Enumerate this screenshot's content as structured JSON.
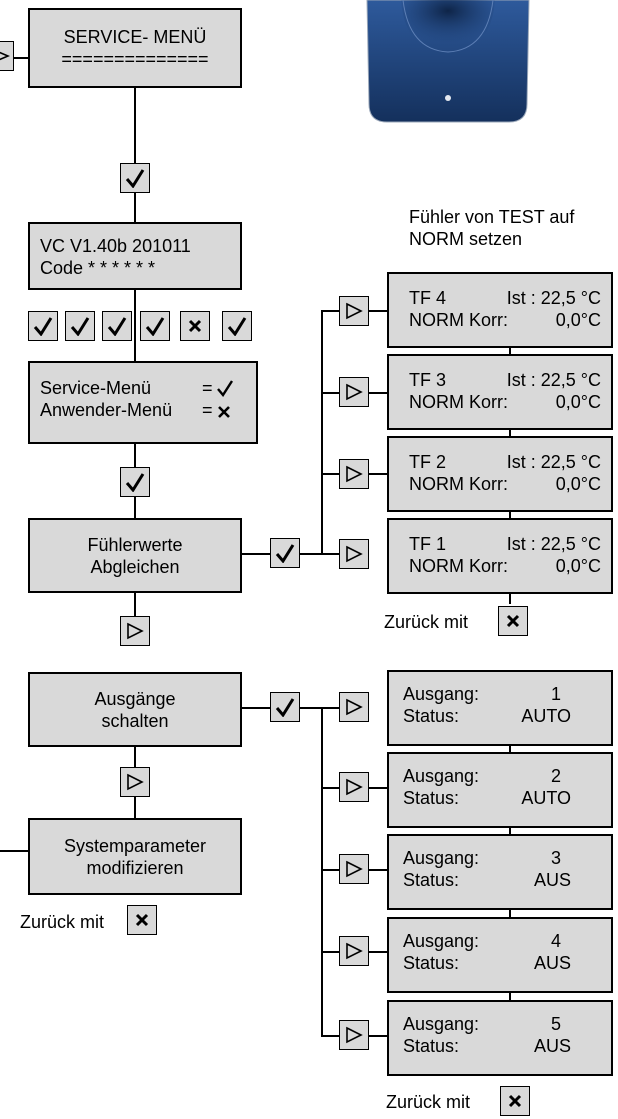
{
  "service_menu": {
    "title": "SERVICE- MENÜ",
    "underline": "=============="
  },
  "version_box": {
    "line1": "VC V1.40b 201011",
    "line2": "Code * * * * * *"
  },
  "menu_select": {
    "service_label": "Service-Menü",
    "service_eq": "=",
    "user_label": "Anwender-Menü",
    "user_eq": "="
  },
  "sensor_menu": {
    "line1": "Fühlerwerte",
    "line2": "Abgleichen"
  },
  "outputs_menu": {
    "line1": "Ausgänge",
    "line2": "schalten"
  },
  "system_menu": {
    "line1": "Systemparameter",
    "line2": "modifizieren"
  },
  "sensor_heading": {
    "line1": "Fühler von TEST auf",
    "line2": "NORM setzen"
  },
  "sensors": [
    {
      "name": "TF  4",
      "ist": "Ist : 22,5 °C",
      "norm": "NORM Korr:",
      "korr": "0,0°C"
    },
    {
      "name": "TF  3",
      "ist": "Ist : 22,5 °C",
      "norm": "NORM Korr:",
      "korr": "0,0°C"
    },
    {
      "name": "TF  2",
      "ist": "Ist : 22,5 °C",
      "norm": "NORM Korr:",
      "korr": "0,0°C"
    },
    {
      "name": "TF  1",
      "ist": "Ist : 22,5 °C",
      "norm": "NORM Korr:",
      "korr": "0,0°C"
    }
  ],
  "outputs": [
    {
      "label": "Ausgang:",
      "num": "1",
      "status_label": "Status:",
      "status": "AUTO"
    },
    {
      "label": "Ausgang:",
      "num": "2",
      "status_label": "Status:",
      "status": "AUTO"
    },
    {
      "label": "Ausgang:",
      "num": "3",
      "status_label": "Status:",
      "status": "AUS"
    },
    {
      "label": "Ausgang:",
      "num": "4",
      "status_label": "Status:",
      "status": "AUS"
    },
    {
      "label": "Ausgang:",
      "num": "5",
      "status_label": "Status:",
      "status": "AUS"
    }
  ],
  "back": {
    "sensors": "Zurück mit",
    "system": "Zurück mit",
    "outputs": "Zurück mit"
  },
  "colors": {
    "box_fill": "#d9d9d9",
    "device_blue": "#1d3f74"
  },
  "icons": {
    "ok": "checkmark-icon",
    "next": "triangle-right-icon",
    "cancel": "x-icon"
  }
}
